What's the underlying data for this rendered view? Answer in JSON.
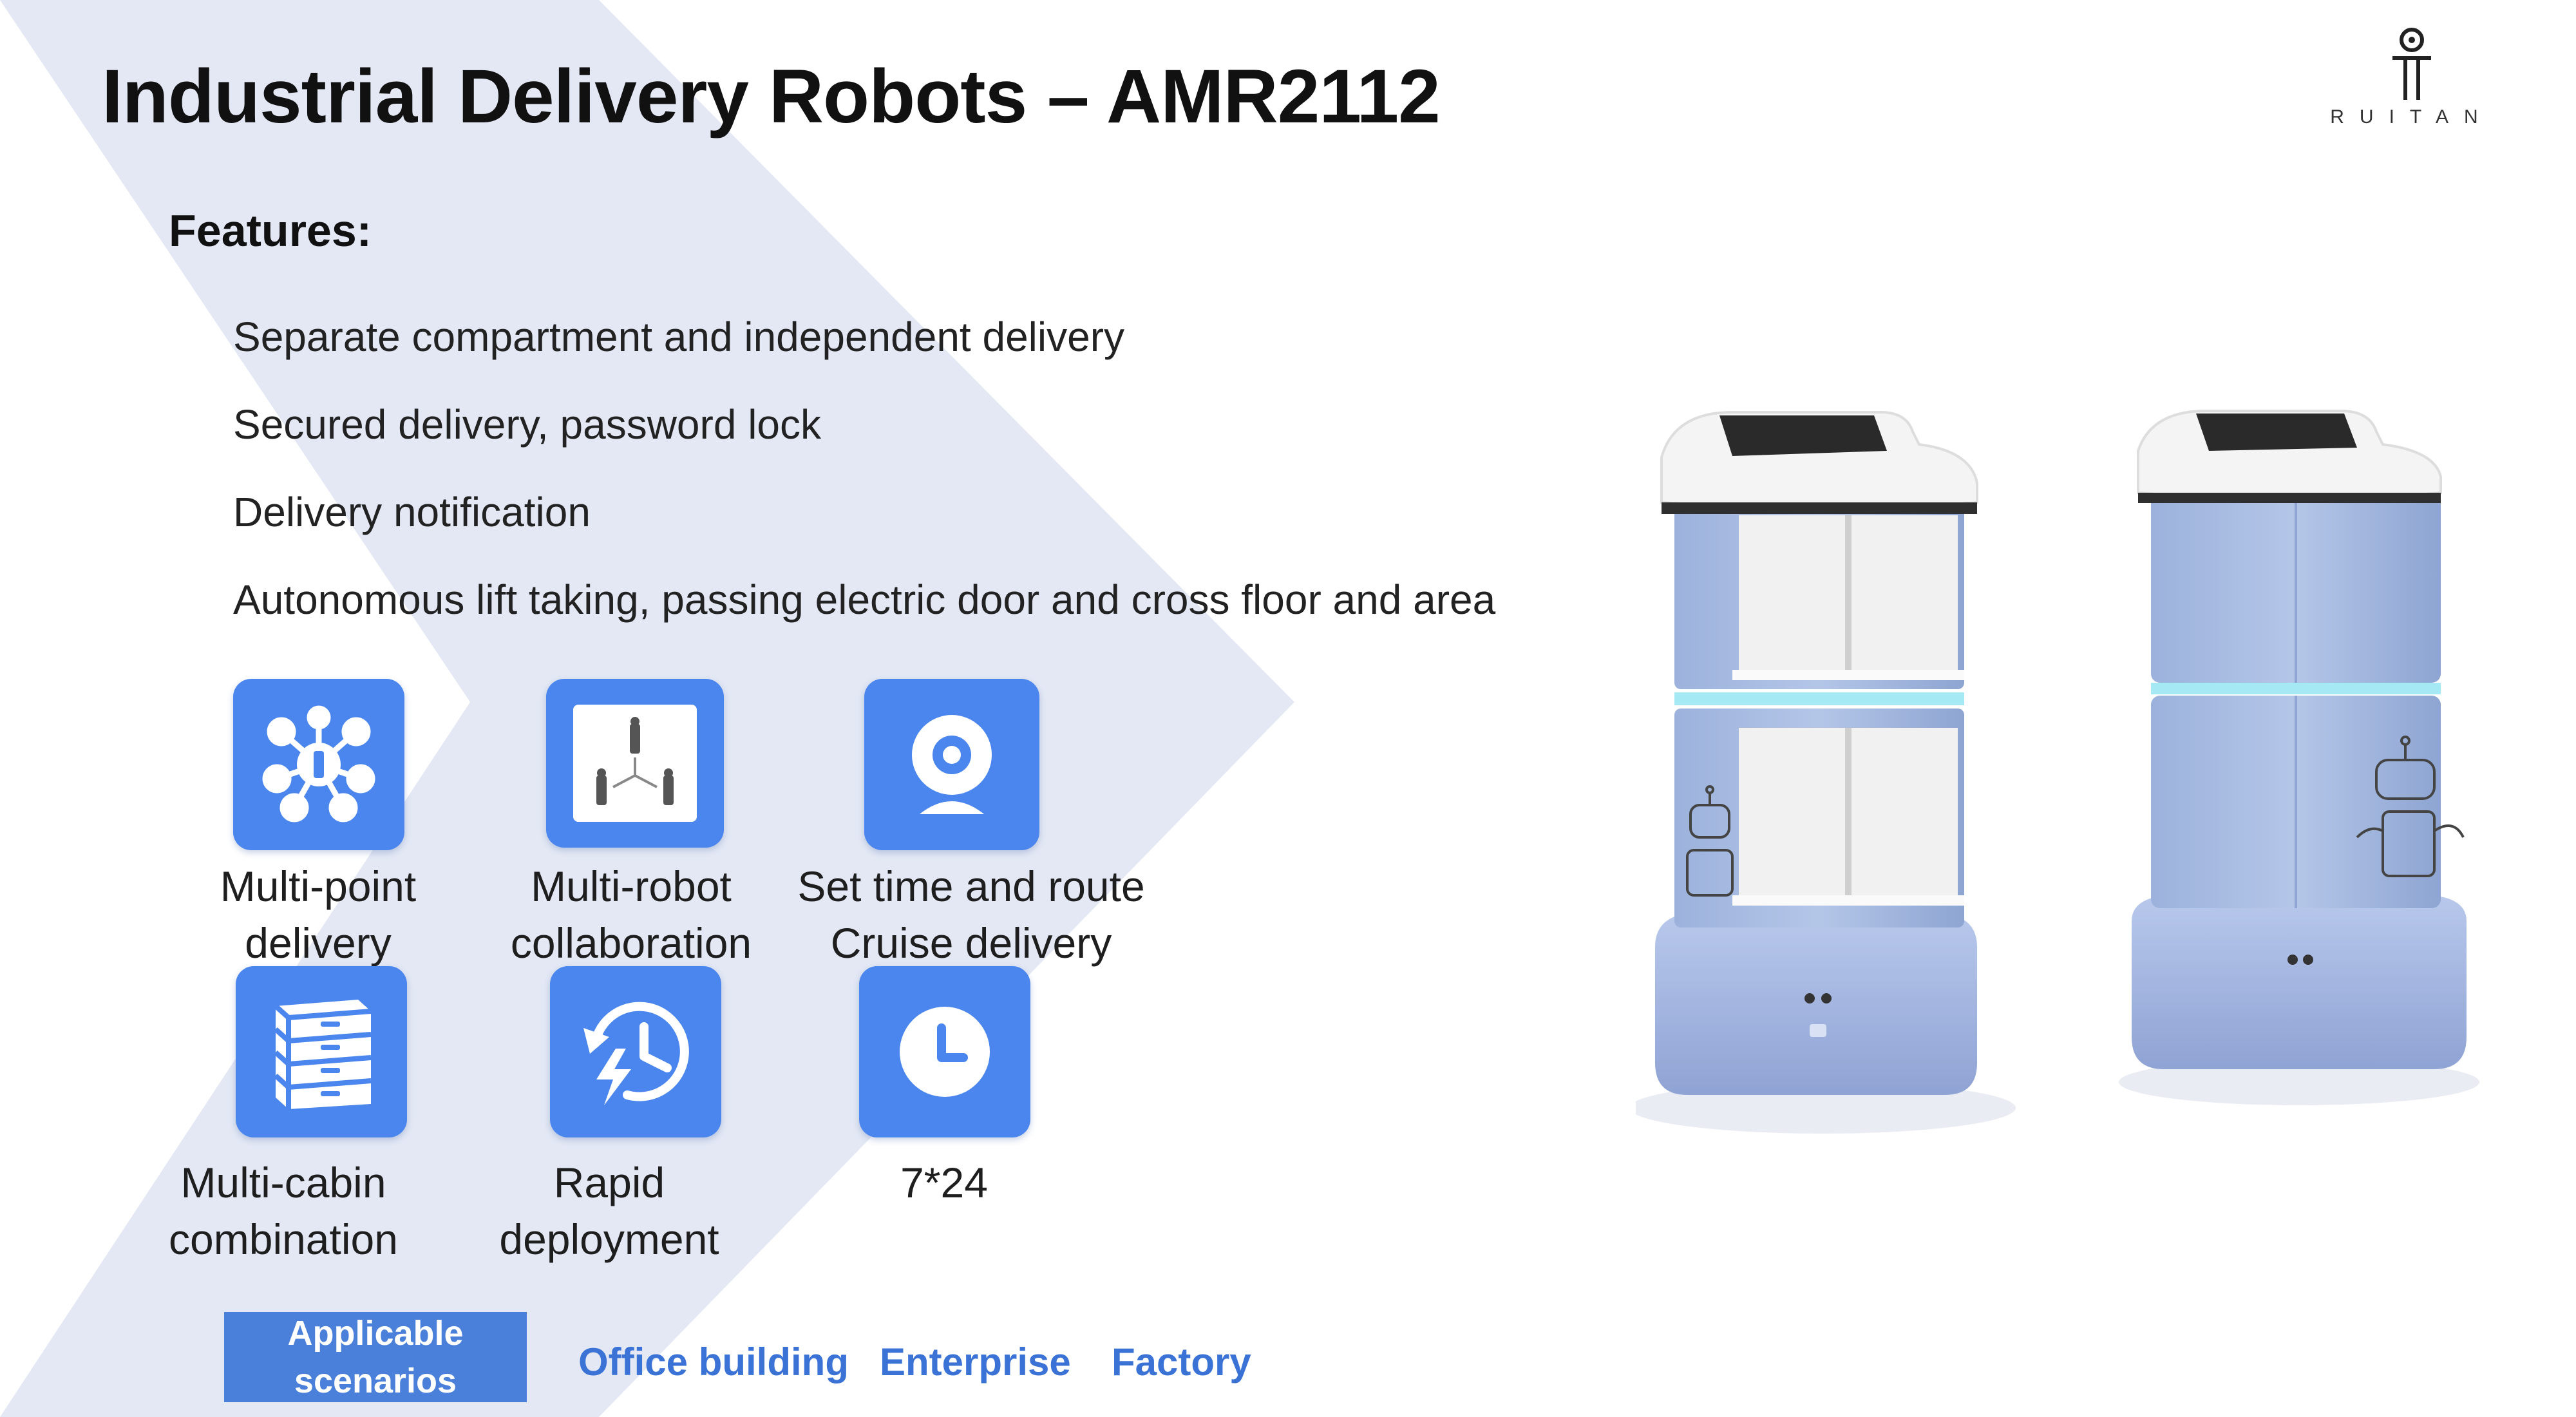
{
  "title": "Industrial Delivery Robots – AMR2112",
  "logo": {
    "text": "RUITAN"
  },
  "features": {
    "heading": "Features:",
    "items": [
      "Separate compartment and independent delivery",
      "Secured delivery, password lock",
      "Delivery notification",
      "Autonomous lift taking, passing electric door and cross floor and area"
    ]
  },
  "feature_cards": [
    {
      "icon": "network-nodes-icon",
      "line1": "Multi-point",
      "line2": "delivery"
    },
    {
      "icon": "robots-collaboration-icon",
      "line1": "Multi-robot",
      "line2": "collaboration"
    },
    {
      "icon": "camera-icon",
      "line1": "Set time and route",
      "line2": "Cruise delivery"
    },
    {
      "icon": "cabinet-icon",
      "line1": "Multi-cabin",
      "line2": "combination"
    },
    {
      "icon": "fast-clock-icon",
      "line1": "Rapid",
      "line2": "deployment"
    },
    {
      "icon": "clock-icon",
      "line1": "7*24",
      "line2": ""
    }
  ],
  "scenarios": {
    "label_line1": "Applicable",
    "label_line2": "scenarios",
    "items": [
      "Office building",
      "Enterprise",
      "Factory"
    ]
  },
  "colors": {
    "accent_blue": "#4a86ee",
    "scenario_text": "#3a72d6",
    "chevron_fill": "#e3e8f4",
    "robot_body": "#a9bde0"
  }
}
